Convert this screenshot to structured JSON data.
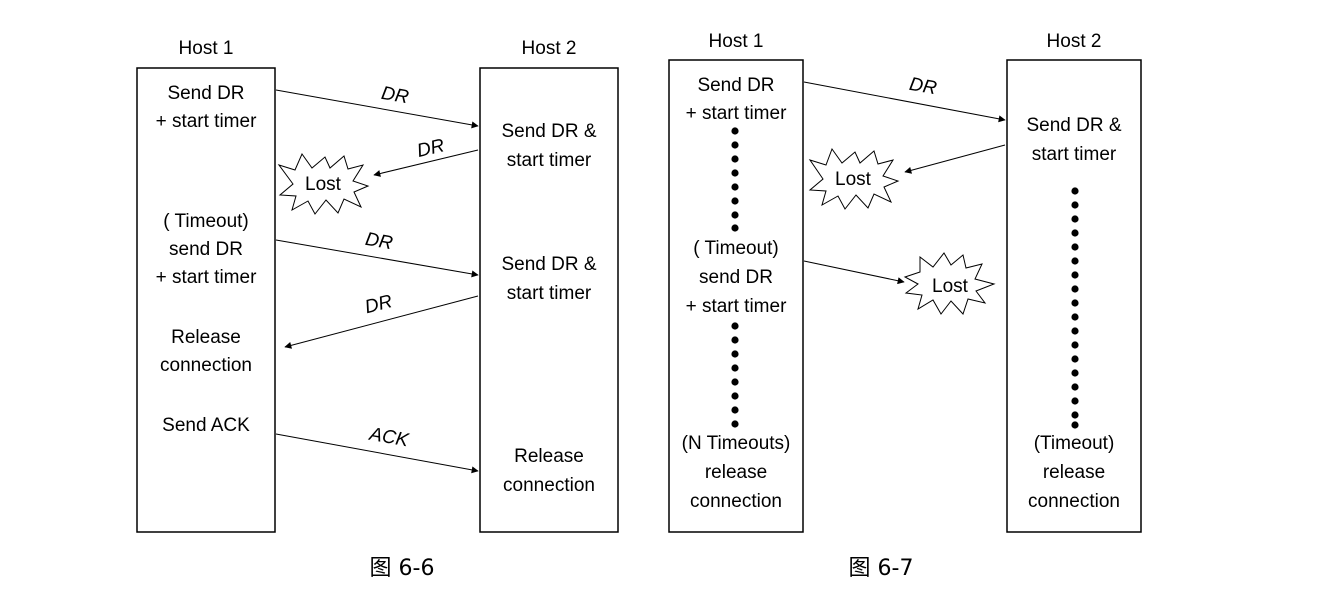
{
  "fig66": {
    "host1_title": "Host 1",
    "host2_title": "Host 2",
    "h1": {
      "send_dr_1": "Send DR",
      "start_timer_1": "+ start timer",
      "timeout_1": "( Timeout)",
      "send_dr_2": "send DR",
      "start_timer_2": "+ start timer",
      "release_1": "Release",
      "release_2": "connection",
      "send_ack": "Send ACK"
    },
    "h2": {
      "send_dr_a1": "Send DR &",
      "send_dr_a2": "start timer",
      "send_dr_b1": "Send DR &",
      "send_dr_b2": "start timer",
      "release_1": "Release",
      "release_2": "connection"
    },
    "msg": {
      "dr1": "DR",
      "dr2": "DR",
      "dr3": "DR",
      "dr4": "DR",
      "ack": "ACK",
      "lost": "Lost"
    },
    "caption": "图 6-6"
  },
  "fig67": {
    "host1_title": "Host 1",
    "host2_title": "Host 2",
    "h1": {
      "send_dr_1": "Send DR",
      "start_timer_1": "+ start timer",
      "timeout_1": "( Timeout)",
      "send_dr_2": "send DR",
      "start_timer_2": "+ start timer",
      "n_timeouts": "(N Timeouts)",
      "release_1": "release",
      "release_2": "connection"
    },
    "h2": {
      "send_dr_1": "Send DR &",
      "send_dr_2": "start timer",
      "timeout": "(Timeout)",
      "release_1": "release",
      "release_2": "connection"
    },
    "msg": {
      "dr1": "DR",
      "lost1": "Lost",
      "lost2": "Lost"
    },
    "caption": "图 6-7"
  }
}
